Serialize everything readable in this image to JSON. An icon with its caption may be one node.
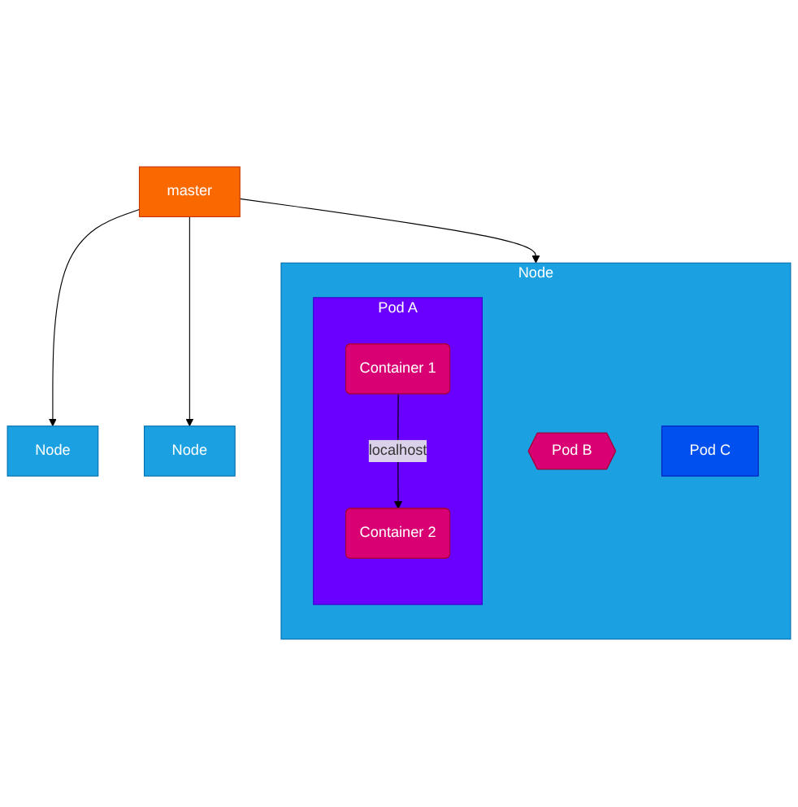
{
  "diagram": {
    "nodes": [
      {
        "text": [
          "master"
        ]
      },
      {
        "text": [
          "Node"
        ]
      },
      {
        "text": [
          "Pod A"
        ],
        "in": 1
      },
      {
        "text": [
          "Container 1"
        ],
        "in": 2
      },
      {
        "text": [
          "Container 2"
        ],
        "in": 2
      },
      {
        "text": [
          "Pod B"
        ],
        "in": 1
      },
      {
        "text": [
          "Pod C"
        ],
        "in": 1
      },
      {
        "text": [
          "Node"
        ]
      },
      {
        "text": [
          "Node"
        ]
      }
    ],
    "edges": [
      {
        "from": 0,
        "to": 1,
        "arrow": "to"
      },
      {
        "from": 0,
        "to": 7,
        "arrow": "to"
      },
      {
        "from": 0,
        "to": 8,
        "arrow": "to"
      },
      {
        "from": 3,
        "to": 4,
        "label": "localhost",
        "arrow": "to"
      }
    ]
  }
}
